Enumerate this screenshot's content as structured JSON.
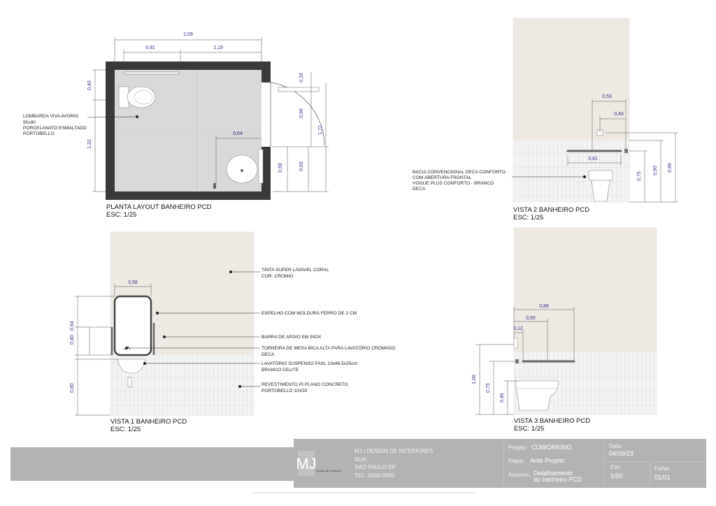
{
  "plan": {
    "title": "PLANTA  LAYOUT BANHEIRO PCD",
    "scale": "ESC: 1/25",
    "dims": {
      "total_width": "2,09",
      "left": "0,81",
      "right": "1,19",
      "v_top": "0,40",
      "v_bottom": "1,32",
      "door_top": "0,16",
      "door_mid": "0,90",
      "door_total": "1,72",
      "sink_width": "0,64",
      "sink_h1": "0,59",
      "sink_h2": "0,65"
    },
    "note": [
      "LOMBARDA VIVA AVORIO",
      "90x90",
      "PORCELANATO ESMALTADO",
      "PORTOBELLO"
    ]
  },
  "vista1": {
    "title": "VISTA 1 BANHEIRO PCD",
    "scale": "ESC: 1/25",
    "dims": {
      "mirror_width": "0,58",
      "h_094": "0,94",
      "h_040": "0,40",
      "h_080": "0,80"
    },
    "notes": [
      [
        "TINTA SUPER LAVAVEL CORAL",
        "COR: CROMIO"
      ],
      [
        "ESPELHO COM MOLDURA FERRO DE 2 CM"
      ],
      [
        "BARRA DE APOIO EM INOX"
      ],
      [
        "TORNEIRA DE MESA BICA ALTA PARA LAVATÓRIO CROMADO",
        "DECA"
      ],
      [
        "LAVATÓRIO SUSPENSO FASL 13x46,5x35cm",
        "BRANCO CELITE"
      ],
      [
        "REVESTIMENTO PI PLANO CONCRETO",
        "PORTOBELLO 10X30"
      ]
    ]
  },
  "vista2": {
    "title": "VISTA 2 BANHEIRO PCD",
    "scale": "ESC: 1/25",
    "dims": {
      "w_053": "0,53",
      "w_043": "0,43",
      "w_081": "0,81",
      "h_075": "0,75",
      "h_090": "0,90",
      "h_099": "0,99"
    },
    "note": [
      "BACIA CONVENCIONAL DECA CONFORTO",
      "COM ABERTURA FRONTAL",
      "VOGUE PLUS CONFORTO - BRANCO",
      "DECA"
    ]
  },
  "vista3": {
    "title": "VISTA 3 BANHEIRO PCD",
    "scale": "ESC: 1/25",
    "dims": {
      "w_088": "0,88",
      "w_050": "0,50",
      "w_012": "0,12",
      "h_100": "1,00",
      "h_075": "0,75",
      "h_046": "0,46"
    }
  },
  "title_block": {
    "company": "MJ | DESIGN DE INTERIORES",
    "rua": "RUA:",
    "city": "SAO  PAULO-SP",
    "tel": "TEL: 0000-0000",
    "projeto_label": "Projeto:",
    "projeto_value": "COWORKING",
    "etapa_label": "Etapa:",
    "etapa_value": "Ante Projeto",
    "assunto_label": "Assunto:",
    "assunto_value_1": "Detalhamento",
    "assunto_value_2": "do banheiro PCD",
    "data_label": "Data:",
    "data_value": "04/09/23",
    "esc_label": "Esc:",
    "esc_value": "1/50",
    "folha_label": "Folha:",
    "folha_value": "01/01",
    "logo_sub": "Design de Interiores"
  },
  "colors": {
    "wall": "#3a3a3a",
    "floor": "#d9d9d9",
    "paint": "#efe9e4",
    "tile": "#f2f2f2",
    "dim": "#3a2a8a",
    "titlebar": "#b3b3b3"
  }
}
